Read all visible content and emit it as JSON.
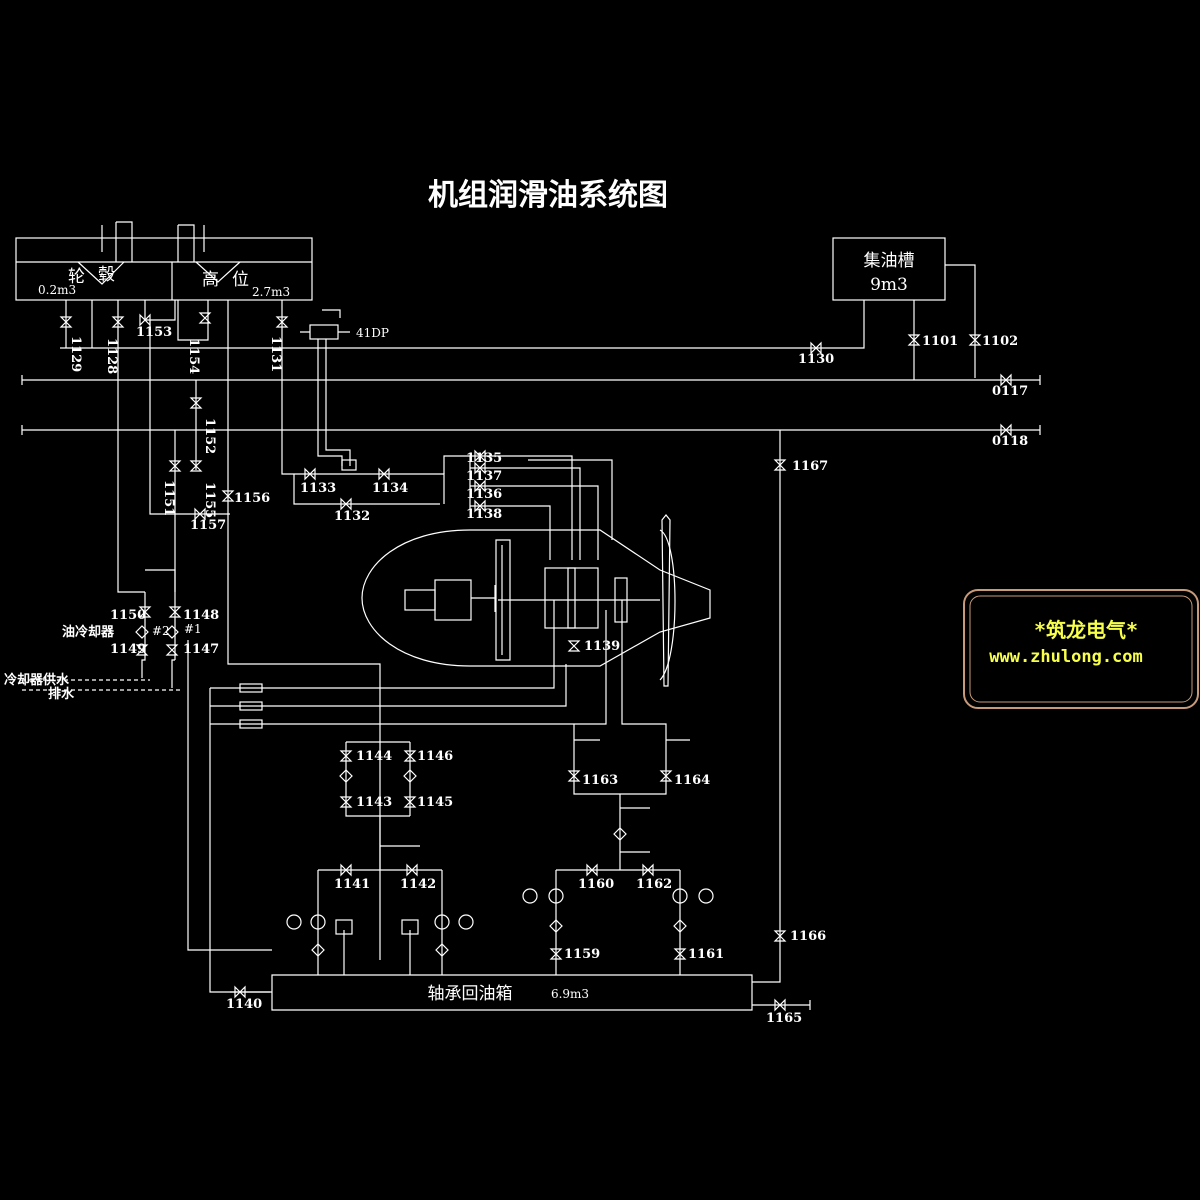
{
  "title": "机组润滑油系统图",
  "tanks": {
    "hub_tank_left": "轮",
    "hub_tank_right": "毂",
    "hub_volume": "0.2m3",
    "high_tank_left": "高",
    "high_tank_right": "位",
    "high_volume": "2.7m3",
    "collector_name": "集油槽",
    "collector_volume": "9m3",
    "bearing_return_name": "轴承回油箱",
    "bearing_return_volume": "6.9m3"
  },
  "side_labels": {
    "oil_cooler": "油冷却器",
    "cooler_supply": "冷却器供水",
    "drain": "排水",
    "cooler_2": "#2",
    "cooler_1": "#1",
    "valve_41dp": "41DP"
  },
  "valves": [
    "1129",
    "1128",
    "1153",
    "1154",
    "1131",
    "1130",
    "1101",
    "1102",
    "0117",
    "0118",
    "1152",
    "1151",
    "1155",
    "1156",
    "1157",
    "1133",
    "1134",
    "1132",
    "1135",
    "1137",
    "1136",
    "1138",
    "1167",
    "1150",
    "1148",
    "1149",
    "1147",
    "1139",
    "1144",
    "1146",
    "1143",
    "1145",
    "1163",
    "1164",
    "1141",
    "1142",
    "1160",
    "1162",
    "1159",
    "1161",
    "1166",
    "1140",
    "1165"
  ],
  "watermark": {
    "name": "*筑龙电气*",
    "url": "www.zhulong.com"
  },
  "colors": {
    "background": "#000000",
    "lines": "#ffffff",
    "watermark_text": "#f7ff4a",
    "watermark_frame": "#c89a7a"
  }
}
